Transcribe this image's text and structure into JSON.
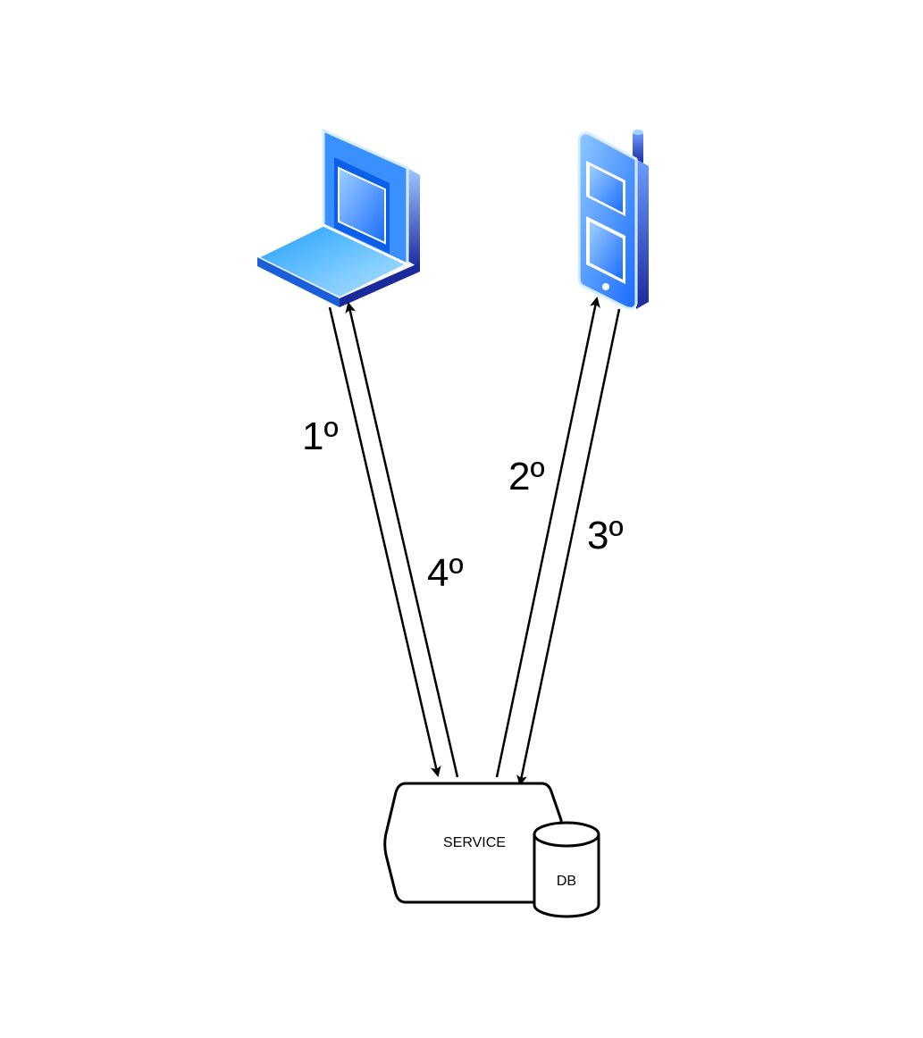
{
  "nodes": {
    "laptop": {
      "icon": "laptop-icon"
    },
    "phone": {
      "icon": "mobile-phone-icon"
    },
    "service": {
      "label": "SERVICE"
    },
    "database": {
      "label": "DB"
    }
  },
  "arrows": [
    {
      "from": "laptop",
      "to": "service",
      "label": "1º"
    },
    {
      "from": "service",
      "to": "phone",
      "label": "2º"
    },
    {
      "from": "phone",
      "to": "service",
      "label": "3º"
    },
    {
      "from": "service",
      "to": "laptop",
      "label": "4º"
    }
  ],
  "colors": {
    "device_blue": "#1a73ff",
    "device_light": "#7fc4ff",
    "device_dark": "#1a2a9a",
    "stroke": "#000000"
  }
}
